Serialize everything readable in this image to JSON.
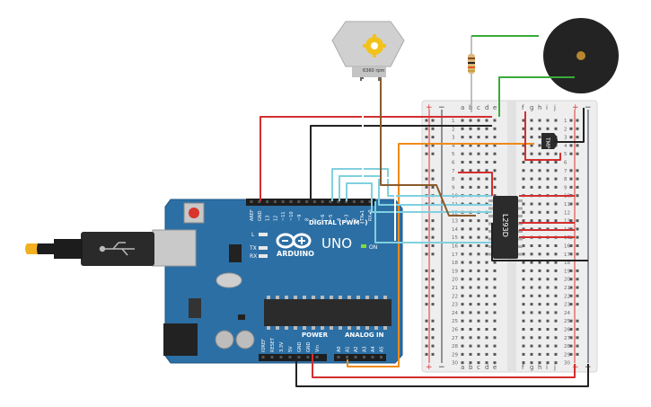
{
  "colors": {
    "board": "#2c6fa5",
    "board_dark": "#1d5686",
    "breadboard": "#f1f1f1",
    "wire_red": "#d32f2f",
    "wire_black": "#222222",
    "wire_orange": "#ef8a1a",
    "wire_cyan": "#7fd0e0",
    "wire_brown": "#8a5a2b",
    "wire_green": "#3aaa3a",
    "wire_white": "#ffffff",
    "chip": "#2b2b2b"
  },
  "motor": {
    "speed_label": "6360 rpm"
  },
  "driver_chip": {
    "label": "L293D"
  },
  "sensor": {
    "label": "TMP"
  },
  "arduino": {
    "logo_text": "ARDUINO",
    "model": "UNO",
    "digital_label": "DIGITAL (PWM~)",
    "power_label": "POWER",
    "analog_label": "ANALOG IN",
    "on_label": "ON",
    "l_label": "L",
    "tx_label": "TX",
    "rx_label": "RX",
    "top_pins": [
      "AREF",
      "GND",
      "13",
      "12",
      "~11",
      "~10",
      "~9",
      "8",
      "7",
      "~6",
      "~5",
      "4",
      "~3",
      "2",
      "TX▸1",
      "RX◂0"
    ],
    "power_pins": [
      "IOREF",
      "RESET",
      "3.3V",
      "5V",
      "GND",
      "GND",
      "Vin"
    ],
    "analog_pins": [
      "A0",
      "A1",
      "A2",
      "A3",
      "A4",
      "A5"
    ]
  },
  "breadboard": {
    "left_cols": [
      "a",
      "b",
      "c",
      "d",
      "e"
    ],
    "right_cols": [
      "f",
      "g",
      "h",
      "i",
      "j"
    ],
    "rows": [
      "1",
      "2",
      "3",
      "4",
      "5",
      "6",
      "7",
      "8",
      "9",
      "10",
      "11",
      "12",
      "13",
      "14",
      "15",
      "16",
      "17",
      "18",
      "19",
      "20",
      "21",
      "22",
      "23",
      "24",
      "25",
      "26",
      "27",
      "28",
      "29",
      "30"
    ],
    "plus": "+",
    "minus": "−"
  }
}
